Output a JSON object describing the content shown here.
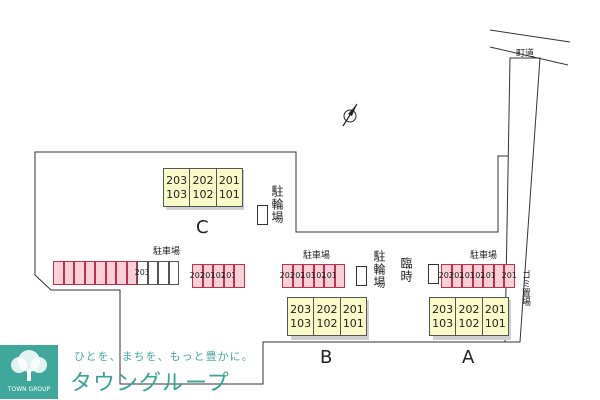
{
  "road_label": "町道",
  "buildings": [
    {
      "name": "C",
      "upper": [
        "203",
        "202",
        "201"
      ],
      "lower": [
        "103",
        "102",
        "101"
      ]
    },
    {
      "name": "B",
      "upper": [
        "203",
        "202",
        "201"
      ],
      "lower": [
        "103",
        "102",
        "101"
      ]
    },
    {
      "name": "A",
      "upper": [
        "203",
        "202",
        "201"
      ],
      "lower": [
        "103",
        "102",
        "101"
      ]
    }
  ],
  "parking_label": "駐車場",
  "bicycle_parking_label": "駐輪場",
  "temporary_label": "臨時",
  "garbage_label": "ゴミ置場",
  "parking": {
    "left_highlight": [
      "203"
    ],
    "center_left": [
      "202",
      "201",
      "102",
      "101"
    ],
    "center_b": [
      "203",
      "202",
      "103",
      "102",
      "101"
    ],
    "right_a": [
      "203",
      "202",
      "103",
      "102",
      "101"
    ],
    "right_extra": [
      "201"
    ]
  },
  "logo": {
    "tagline": "ひとを、まちを、もっと豊かに。",
    "name": "タウングループ",
    "group": "TOWN GROUP"
  },
  "colors": {
    "building_fill": "#fafac8",
    "parking_highlight": "#f9d0d8",
    "parking_border": "#c0304a",
    "logo": "#3fa79b"
  }
}
